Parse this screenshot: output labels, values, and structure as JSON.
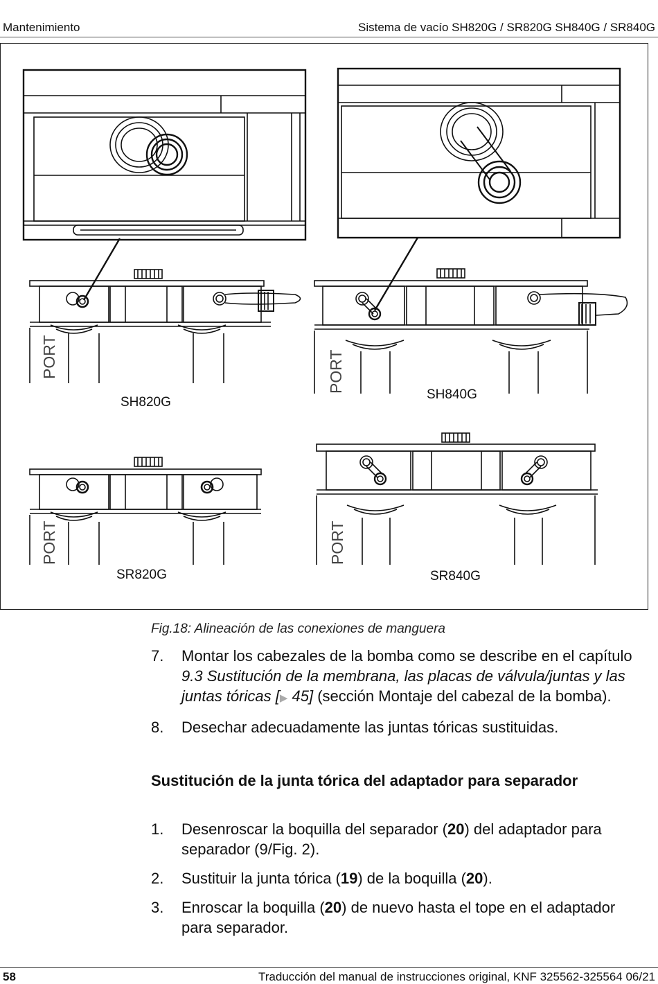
{
  "header": {
    "section": "Mantenimiento",
    "product": "Sistema de vacío SH820G / SR820G SH840G / SR840G"
  },
  "figure": {
    "label_sh820g": "SH820G",
    "label_sh840g": "SH840G",
    "label_sr820g": "SR820G",
    "label_sr840g": "SR840G",
    "port_text": "PORT",
    "port_text_partial": "PORT"
  },
  "caption": "Fig.18: Alineación de las conexiones de manguera",
  "steps_a": [
    {
      "num": "7.",
      "pre": "Montar los cabezales de la bomba como se describe en el capítulo ",
      "xref": "9.3 Sustitución de la membrana, las placas de válvula/juntas y las juntas tóricas [",
      "xref_arrow": "▶",
      "xref_page": " 45]",
      "post": " (sección Montaje del cabezal de la bomba)."
    },
    {
      "num": "8.",
      "text": "Desechar adecuadamente las juntas tóricas sustituidas."
    }
  ],
  "section_title": "Sustitución de la junta tórica del adaptador para separador",
  "steps_b": [
    {
      "num": "1.",
      "a": "Desenroscar la boquilla del separador (",
      "b1": "20",
      "c": ") del adaptador para separador (9/Fig. 2)."
    },
    {
      "num": "2.",
      "a": "Sustituir la junta tórica (",
      "b1": "19",
      "c": ") de la boquilla (",
      "b2": "20",
      "d": ")."
    },
    {
      "num": "3.",
      "a": "Enroscar la boquilla (",
      "b1": "20",
      "c": ") de nuevo hasta el tope en el adaptador para separador."
    }
  ],
  "footer": {
    "page": "58",
    "text": "Traducción del manual de instrucciones original, KNF 325562-325564 06/21"
  }
}
